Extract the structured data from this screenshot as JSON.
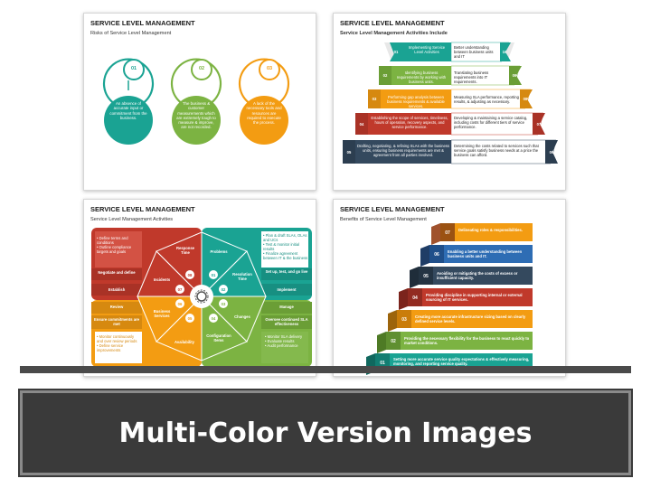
{
  "colors": {
    "teal": "#1aa393",
    "green": "#7cb342",
    "orange": "#f39c12",
    "dark": "#34495e",
    "red": "#c0392b",
    "darkred": "#a93226",
    "banner": "#3a3a3a"
  },
  "slide1": {
    "title": "SERVICE LEVEL MANAGEMENT",
    "subtitle": "Risks of Service Level Management",
    "items": [
      {
        "num": "01",
        "text": "An absence of accurate input or commitment from the business."
      },
      {
        "num": "02",
        "text": "The business & customer measurements which are extremely tough to measure & improve, are not recorded."
      },
      {
        "num": "03",
        "text": "A lack of the necessary tools and resources are required to execute the process."
      }
    ]
  },
  "slide2": {
    "title": "SERVICE LEVEL MANAGEMENT",
    "subtitle": "Service Level Management Activities Include",
    "left": [
      {
        "num": "01",
        "text": "Implementing Service Level Activities"
      },
      {
        "num": "02",
        "text": "Identifying business requirements by working with business units."
      },
      {
        "num": "03",
        "text": "Performing gap analysis between business requirements & available services."
      },
      {
        "num": "04",
        "text": "Establishing the scope of services, timeliness, hours of operation, recovery aspects, and service performance."
      },
      {
        "num": "05",
        "text": "Drafting, negotiating, & refining SLAs with the business units, ensuring business requirements are met & agreement from all parties involved."
      }
    ],
    "right": [
      {
        "num": "10",
        "text": "Better understanding between business units and IT"
      },
      {
        "num": "09",
        "text": "Translating business requirements into IT requirements."
      },
      {
        "num": "08",
        "text": "Measuring SLA performance, reporting results, & adjusting as necessary."
      },
      {
        "num": "07",
        "text": "Developing & maintaining a service catalog, including costs for different tiers of service performance."
      },
      {
        "num": "06",
        "text": "Determining the costs related to services such that service goals satisfy business needs at a price the business can afford."
      }
    ]
  },
  "slide3": {
    "title": "SERVICE LEVEL MANAGEMENT",
    "subtitle": "Service Level Management Activities",
    "left_bullets_top": [
      "Define terms and conditions",
      "Outline compliance targets and goals"
    ],
    "left_labels": [
      "Negotiate and define",
      "Establish",
      "Review",
      "Ensure commitments are met"
    ],
    "left_bullets_bottom": [
      "Monitor continuously and over review periods",
      "Define service improvements"
    ],
    "right_bullets_top": [
      "Plan & draft SLAs, OLAs and UCs",
      "Test & monitor initial results",
      "Finalize agreement between IT & the business"
    ],
    "right_labels": [
      "Set up, test, and go live",
      "Implement",
      "Manage",
      "Oversee continued SLA effectiveness"
    ],
    "right_bullets_bottom": [
      "Monitor SLA delivery",
      "Evaluate results",
      "Audit performance"
    ],
    "segments": [
      {
        "num": "01",
        "label": "Problems"
      },
      {
        "num": "02",
        "label": "Resolution Time"
      },
      {
        "num": "03",
        "label": "Changes"
      },
      {
        "num": "04",
        "label": "Configuration Items"
      },
      {
        "num": "05",
        "label": "Availability"
      },
      {
        "num": "06",
        "label": "Business Services"
      },
      {
        "num": "07",
        "label": "Incidents"
      },
      {
        "num": "08",
        "label": "Response Time"
      }
    ]
  },
  "slide4": {
    "title": "SERVICE LEVEL MANAGEMENT",
    "subtitle": "Benefits of Service Level Management",
    "steps": [
      {
        "num": "07",
        "text": "Delineating roles & responsibilities."
      },
      {
        "num": "06",
        "text": "Enabling a better understanding between business units and IT."
      },
      {
        "num": "05",
        "text": "Avoiding or mitigating the costs of excess or insufficient capacity."
      },
      {
        "num": "04",
        "text": "Providing discipline in supporting internal or external sourcing of IT services."
      },
      {
        "num": "03",
        "text": "Creating more accurate infrastructure sizing based on clearly defined service levels."
      },
      {
        "num": "02",
        "text": "Providing the necessary flexibility for the business to react quickly to market conditions."
      },
      {
        "num": "01",
        "text": "Setting more accurate service quality expectations & effectively measuring, monitoring, and reporting service quality."
      }
    ]
  },
  "banner": {
    "text": "Multi-Color Version Images"
  }
}
